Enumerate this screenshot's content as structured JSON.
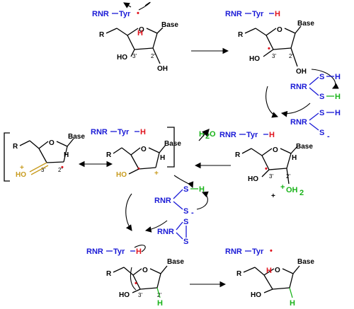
{
  "labels": {
    "rnr_tyr": "RNR",
    "tyr": "Tyr",
    "h": "H",
    "dot": "•",
    "r": "R",
    "base": "Base",
    "o": "O",
    "ho": "HO",
    "oh": "OH",
    "c3": "3'",
    "c2": "2'",
    "rnr": "RNR",
    "s": "S",
    "s_minus": "S",
    "minus": "-",
    "h2o_h": "H",
    "h2o_2": "2",
    "h2o_o": "O",
    "oh2_plus": "+",
    "oh2_o": "OH",
    "oh2_2": "2",
    "plus": "+"
  },
  "colors": {
    "protein": "#1a1ad6",
    "hydrogen_highlight": "#e0141e",
    "thiol_hydrogen": "#19b319",
    "oxocarbenium": "#c89b1e",
    "structure": "#000000"
  }
}
